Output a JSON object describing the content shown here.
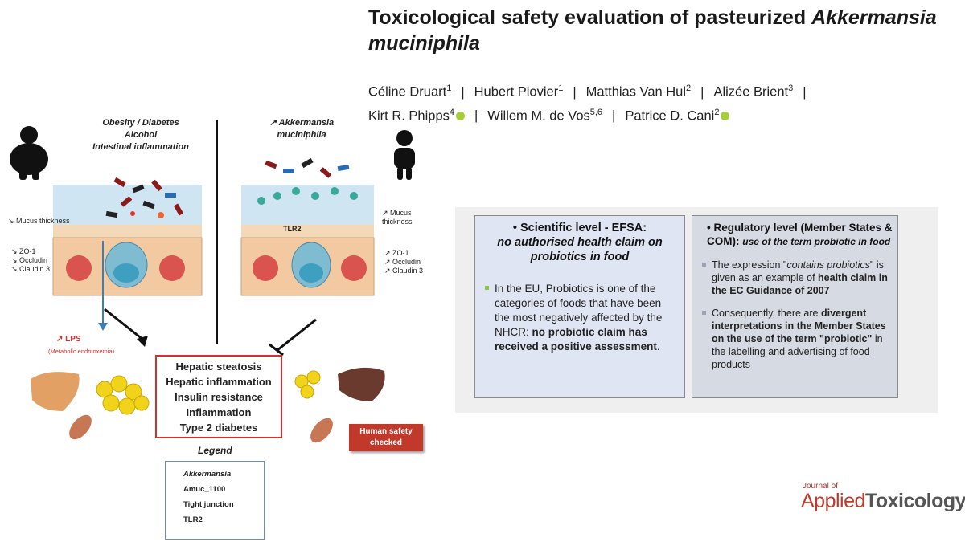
{
  "title": {
    "prefix": "Toxicological safety evaluation of pasteurized ",
    "italic": "Akkermansia muciniphila"
  },
  "authors": [
    {
      "name": "Céline Druart",
      "aff": "1",
      "orcid": false
    },
    {
      "name": "Hubert Plovier",
      "aff": "1",
      "orcid": false
    },
    {
      "name": "Matthias Van Hul",
      "aff": "2",
      "orcid": false
    },
    {
      "name": "Alizée Brient",
      "aff": "3",
      "orcid": false
    },
    {
      "name": "Kirt R. Phipps",
      "aff": "4",
      "orcid": true
    },
    {
      "name": "Willem M. de Vos",
      "aff": "5,6",
      "orcid": false
    },
    {
      "name": "Patrice D. Cani",
      "aff": "2",
      "orcid": true
    }
  ],
  "figure": {
    "left_heading": [
      "Obesity / Diabetes",
      "Alcohol",
      "Intestinal inflammation"
    ],
    "right_heading": [
      "↗ Akkermansia",
      "muciniphila"
    ],
    "left_mucus": "↘ Mucus thickness",
    "right_mucus": "↗ Mucus thickness",
    "left_junctions": [
      "↘ ZO-1",
      "↘ Occludin",
      "↘ Claudin 3"
    ],
    "right_junctions": [
      "↗ ZO-1",
      "↗ Occludin",
      "↗ Claudin 3"
    ],
    "tlr2_label": "TLR2",
    "lps": "↗ LPS",
    "lps_sub": "(Metabolic endotoxemia)",
    "outcomes": [
      "Hepatic steatosis",
      "Hepatic inflammation",
      "Insulin resistance",
      "Inflammation",
      "Type 2 diabetes"
    ],
    "legend_title": "Legend",
    "legend_items": [
      "Akkermansia",
      "Amuc_1100",
      "Tight junction",
      "TLR2"
    ],
    "human_safety": "Human safety checked"
  },
  "panels": {
    "left": {
      "head_line1": "• Scientific level - EFSA:",
      "head_line2": "no authorised health claim on probiotics in food",
      "bullet_text": "In the EU, Probiotics is one of the categories of foods that have been the most negatively affected by the NHCR: ",
      "bullet_bold": "no probiotic claim has received a positive assessment",
      "bullet_end": "."
    },
    "right": {
      "head_bold": "• Regulatory level (Member States & COM): ",
      "head_italic": "use of the term probiotic in food",
      "b1_pre": "The expression \"",
      "b1_it": "contains probiotics",
      "b1_mid": "\" is given as an example of ",
      "b1_bold": "health claim in the EC Guidance of 2007",
      "b2_pre": "Consequently, there are ",
      "b2_bold": "divergent interpretations in the Member States on the use of the term \"probiotic\"",
      "b2_end": " in the labelling and advertising of food products"
    }
  },
  "journal": {
    "of": "Journal of",
    "applied": "Applied",
    "toxicology": "Toxicology"
  },
  "colors": {
    "red": "#d32f2f",
    "orcid": "#a6ce39",
    "panel_left": "#dfe5f2",
    "panel_right": "#d6dae2"
  }
}
